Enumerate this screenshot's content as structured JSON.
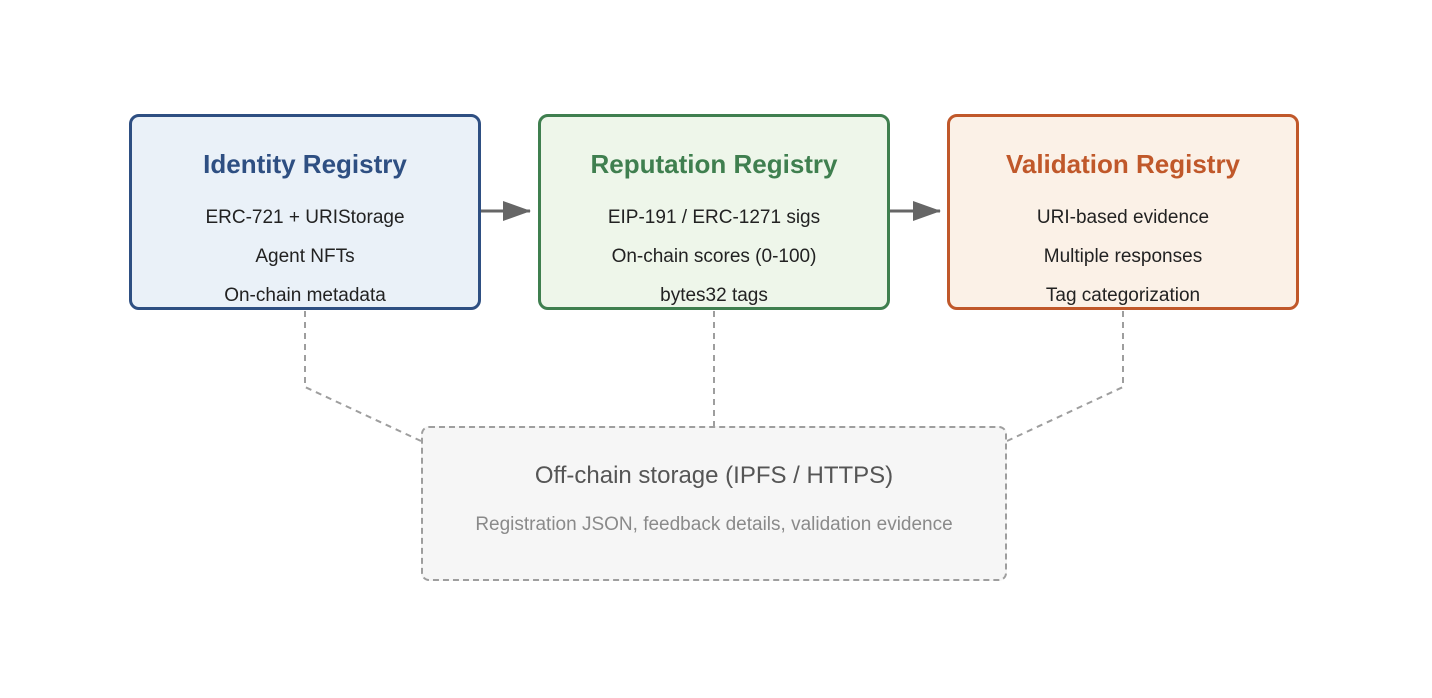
{
  "registries": [
    {
      "title": "Identity Registry",
      "lines": [
        "ERC-721 + URIStorage",
        "Agent NFTs",
        "On-chain metadata"
      ],
      "border_color": "#2e4f82",
      "fill_color": "#eaf1f8",
      "title_color": "#2e4f82"
    },
    {
      "title": "Reputation Registry",
      "lines": [
        "EIP-191 / ERC-1271 sigs",
        "On-chain scores (0-100)",
        "bytes32 tags"
      ],
      "border_color": "#3f7f4f",
      "fill_color": "#eef6ea",
      "title_color": "#3f7f4f"
    },
    {
      "title": "Validation Registry",
      "lines": [
        "URI-based evidence",
        "Multiple responses",
        "Tag categorization"
      ],
      "border_color": "#c0582a",
      "fill_color": "#fbf1e7",
      "title_color": "#c0582a"
    }
  ],
  "storage": {
    "title": "Off-chain storage (IPFS / HTTPS)",
    "subtitle": "Registration JSON, feedback details, validation evidence",
    "border_color": "#9e9e9e"
  },
  "colors": {
    "arrow": "#666666",
    "dashed_connector": "#9e9e9e"
  }
}
